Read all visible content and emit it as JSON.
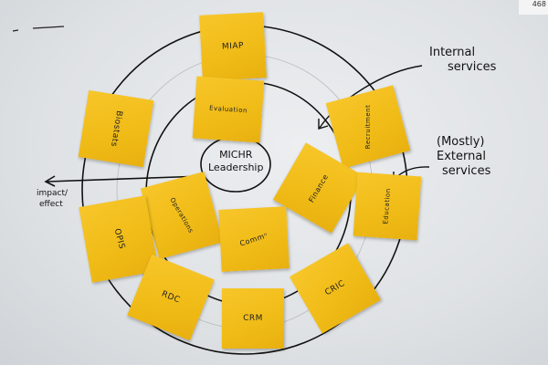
{
  "center": {
    "line1": "MICHR",
    "line2": "Leadership"
  },
  "notes": {
    "miap": "MIAP",
    "evaluation": "Evaluation",
    "biostats": "Biostats",
    "recruitment": "Recruitment",
    "finance": "Finance",
    "education": "Education",
    "operations": "Operations",
    "opis": "OPIS",
    "comm": "Commⁿ",
    "rdc": "RDC",
    "crm": "CRM",
    "cric": "CRIC"
  },
  "annotations": {
    "internal_line1": "Internal",
    "internal_line2": "services",
    "external_line1": "(Mostly)",
    "external_line2": "External",
    "external_line3": "services",
    "impact_line1": "impact/",
    "impact_line2": "effect"
  },
  "corner_tag": "468"
}
